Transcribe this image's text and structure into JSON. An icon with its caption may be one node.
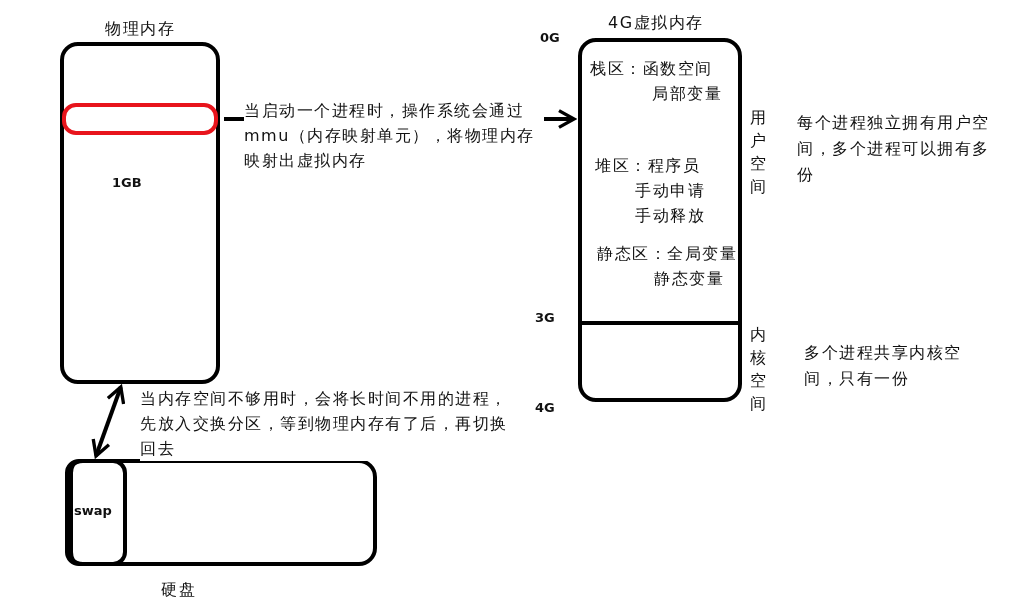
{
  "diagram": {
    "nodes": [
      {
        "text": [
          "物理内存",
          "1GB"
        ]
      },
      {
        "text": [],
        "shape": "box",
        "in": 0
      },
      {
        "text": [
          "4G虚拟内存"
        ]
      },
      {
        "text": [
          "栈区：函数空间局部变量",
          "堆区：程序员手动申请手动释放",
          "静态区：全局变量静态变量"
        ],
        "in": 2,
        "beside": [
          "用户空间"
        ]
      },
      {
        "text": [],
        "shape": "box",
        "in": 2,
        "beside": [
          "内核空间"
        ]
      },
      {
        "text": [
          "硬盘"
        ]
      },
      {
        "text": [
          "swap"
        ],
        "in": 5
      }
    ],
    "edges": [
      {
        "from": 1,
        "to": 2,
        "arrow": "to",
        "label": "当启动一个进程时，操作系统会通过mmu（内存映射单元），将物理内存映射出虚拟内存"
      },
      {
        "from": 6,
        "to": 0,
        "arrow": "both",
        "label": "当内存空间不够用时，会将长时间不用的进程，先放入交换分区，等到物理内存有了后，再切换回去"
      }
    ],
    "labels": [
      "0G",
      "3G",
      "4G",
      "每个进程独立拥有用户空间，多个进程可以拥有多份",
      "多个进程共享内核空间，只有一份"
    ]
  }
}
